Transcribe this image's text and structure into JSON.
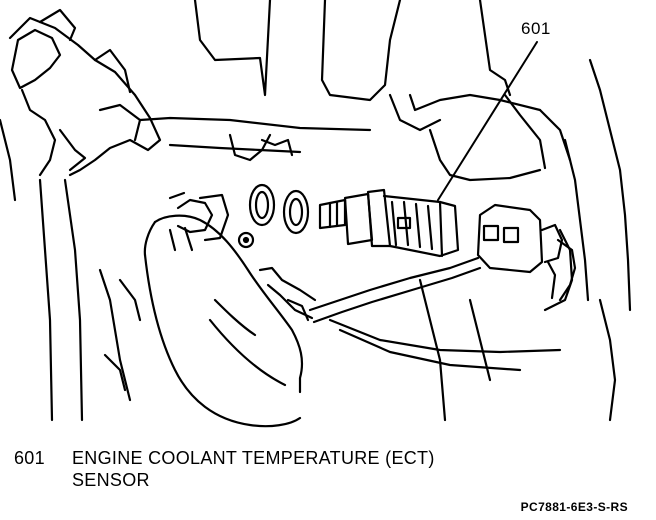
{
  "diagram": {
    "callouts": [
      {
        "number": "601"
      }
    ]
  },
  "legend": {
    "items": [
      {
        "number": "601",
        "description_line1": "ENGINE COOLANT TEMPERATURE (ECT)",
        "description_line2": "SENSOR"
      }
    ]
  },
  "figure_id": "PC7881-6E3-S-RS",
  "icons": [
    "ect-sensor-icon",
    "o-ring-icon",
    "wiring-connector-icon",
    "coolant-hose-icon",
    "hose-clamp-icon"
  ],
  "colors": {
    "line": "#000000",
    "background": "#ffffff"
  }
}
